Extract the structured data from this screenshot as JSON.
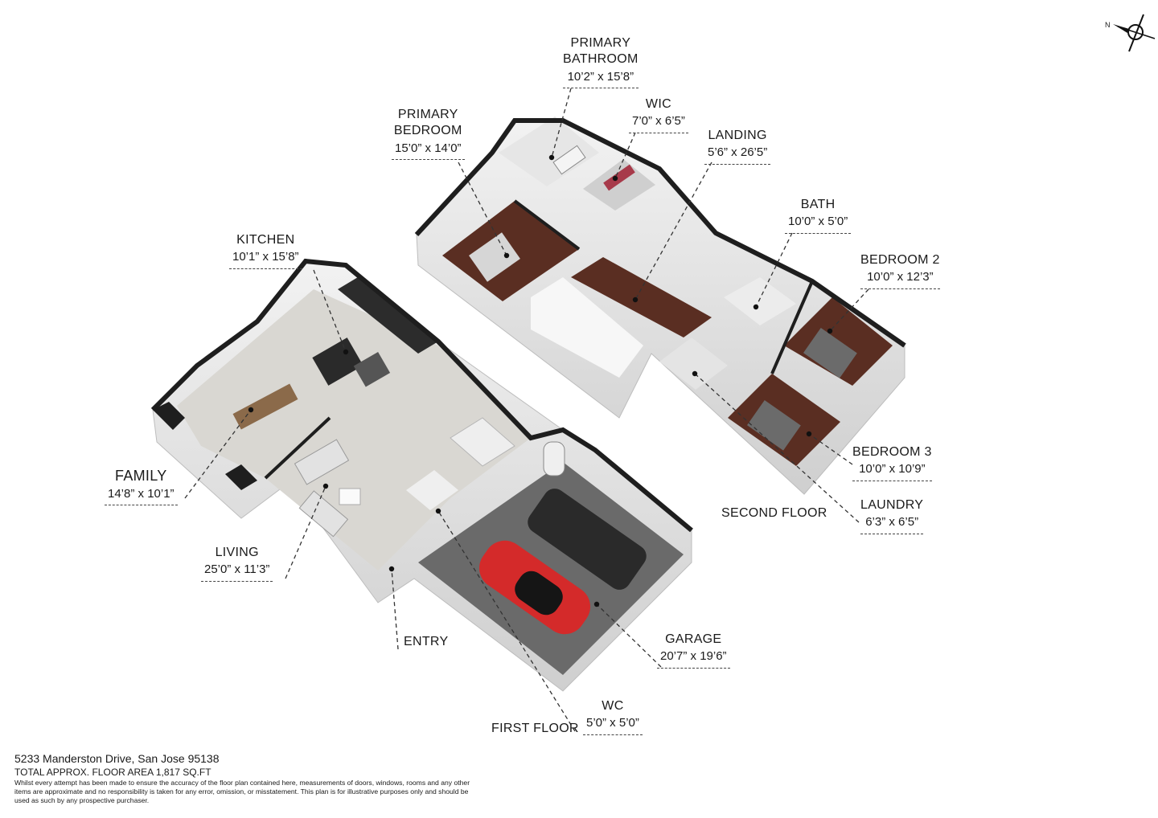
{
  "rooms": {
    "primary_bathroom": {
      "name": "PRIMARY\nBATHROOM",
      "dim": "10’2” x 15’8”"
    },
    "primary_bedroom": {
      "name": "PRIMARY\nBEDROOM",
      "dim": "15’0” x 14’0”"
    },
    "wic": {
      "name": "WIC",
      "dim": "7’0” x 6’5”"
    },
    "landing": {
      "name": "LANDING",
      "dim": "5’6” x 26’5”"
    },
    "bath": {
      "name": "BATH",
      "dim": "10’0” x 5’0”"
    },
    "bedroom2": {
      "name": "BEDROOM 2",
      "dim": "10’0” x 12’3”"
    },
    "bedroom3": {
      "name": "BEDROOM 3",
      "dim": "10’0” x 10’9”"
    },
    "laundry": {
      "name": "LAUNDRY",
      "dim": "6’3” x 6’5”"
    },
    "kitchen": {
      "name": "KITCHEN",
      "dim": "10’1” x 15’8”"
    },
    "family": {
      "name": "FAMILY",
      "dim": "14’8” x 10’1”"
    },
    "living": {
      "name": "LIVING",
      "dim": "25’0” x 11’3”"
    },
    "garage": {
      "name": "GARAGE",
      "dim": "20’7” x 19’6”"
    },
    "wc": {
      "name": "WC",
      "dim": "5’0” x 5’0”"
    },
    "entry": {
      "name": "ENTRY"
    }
  },
  "floors": {
    "second": "SECOND FLOOR",
    "first": "FIRST FLOOR"
  },
  "compass": {
    "label": "N"
  },
  "footer": {
    "address": "5233 Manderston Drive, San Jose 95138",
    "area": "TOTAL APPROX. FLOOR AREA 1,817 SQ.FT",
    "disclaimer": "Whilst every attempt has been made to ensure the accuracy of the floor plan contained here, measurements of doors, windows, rooms and any other items are approximate and no responsibility is taken for any error, omission, or misstatement. This plan is for illustrative purposes only and should be used as such by any prospective purchaser."
  },
  "colors": {
    "wall_top": "#1e1e1e",
    "wall_face": "#dedede",
    "hard_floor": "#d9d7d2",
    "wood_floor": "#5a2e22",
    "garage_floor": "#6a6a6a",
    "car_red": "#d42a2a",
    "car_black": "#2a2a2a"
  }
}
